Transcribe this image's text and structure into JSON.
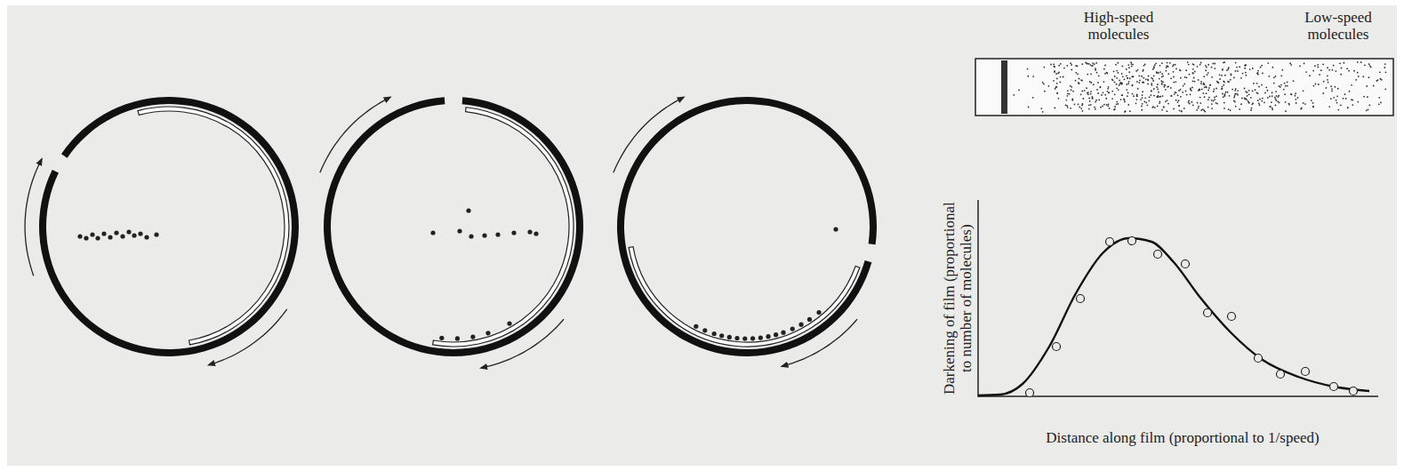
{
  "diagram": {
    "labels": [
      "High-speed molecules",
      "Low-speed molecules",
      "Darkening of film (proportional to number of molecules)",
      "Distance along film (proportional to 1/speed)"
    ]
  }
}
